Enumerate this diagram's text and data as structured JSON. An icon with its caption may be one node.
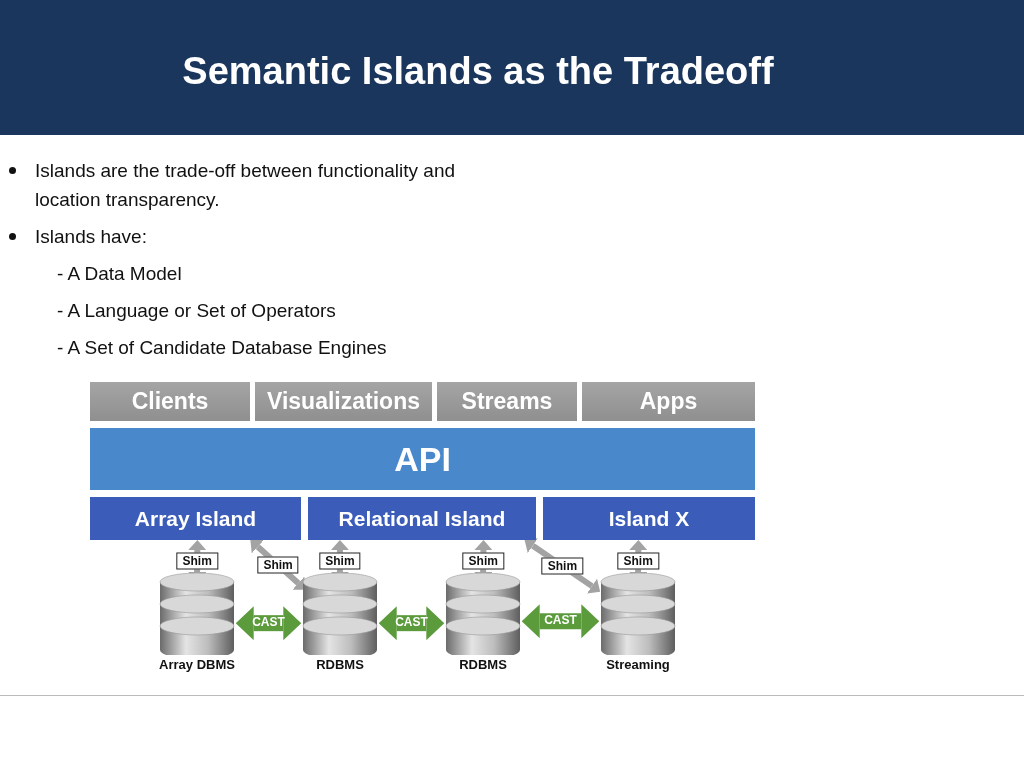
{
  "diagram": {
    "title": "Semantic Islands as the Tradeoff",
    "nodes": [
      {
        "text": [
          "Clients"
        ]
      },
      {
        "text": [
          "Visualizations"
        ]
      },
      {
        "text": [
          "Streams"
        ]
      },
      {
        "text": [
          "Apps"
        ]
      },
      {
        "text": [
          "API"
        ]
      },
      {
        "text": [
          "Array Island"
        ]
      },
      {
        "text": [
          "Relational Island"
        ]
      },
      {
        "text": [
          "Island X"
        ]
      },
      {
        "text": [
          "Array DBMS"
        ]
      },
      {
        "text": [
          "RDBMS"
        ]
      },
      {
        "text": [
          "RDBMS"
        ]
      },
      {
        "text": [
          "Streaming"
        ]
      }
    ],
    "edges": [
      {
        "from": 5,
        "to": 8,
        "arrow": "both",
        "label": "Shim"
      },
      {
        "from": 5,
        "to": 9,
        "arrow": "both",
        "label": "Shim"
      },
      {
        "from": 6,
        "to": 9,
        "arrow": "both",
        "label": "Shim"
      },
      {
        "from": 6,
        "to": 10,
        "arrow": "both",
        "label": "Shim"
      },
      {
        "from": 6,
        "to": 11,
        "arrow": "both",
        "label": "Shim"
      },
      {
        "from": 7,
        "to": 11,
        "arrow": "both",
        "label": "Shim"
      },
      {
        "from": 8,
        "to": 9,
        "arrow": "both",
        "label": "CAST",
        "style": "thick",
        "color": "#5b9b3c"
      },
      {
        "from": 9,
        "to": 10,
        "arrow": "both",
        "label": "CAST",
        "style": "thick",
        "color": "#5b9b3c"
      },
      {
        "from": 10,
        "to": 11,
        "arrow": "both",
        "label": "CAST",
        "style": "thick",
        "color": "#5b9b3c"
      }
    ],
    "labels": [
      "Islands are the trade-off between functionality and location transparency.",
      "Islands have:",
      "- A Data Model",
      "- A Language or Set of Operators",
      "- A Set of Candidate Database Engines"
    ]
  }
}
